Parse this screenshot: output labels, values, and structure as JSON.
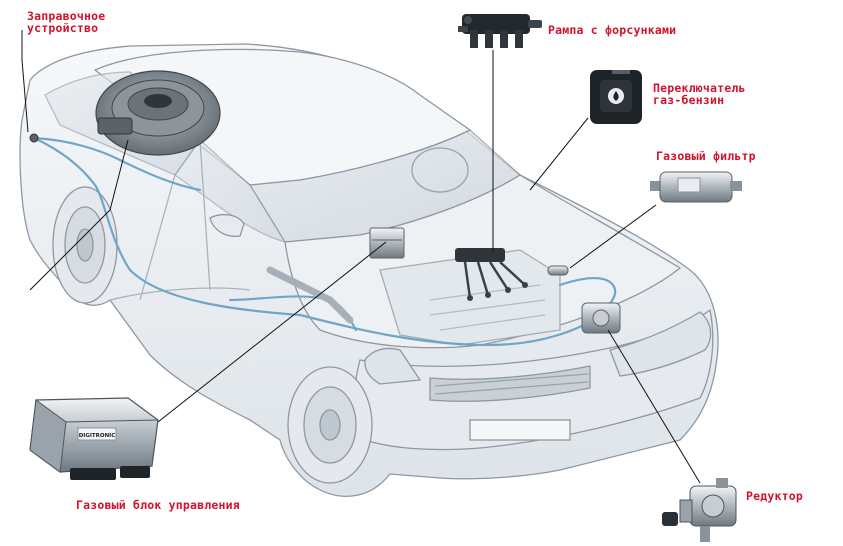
{
  "labels": {
    "filler": [
      "Заправочное",
      "устройство"
    ],
    "rail": "Рампа с форсунками",
    "switch": [
      "Переключатель",
      "газ-бензин"
    ],
    "filter": "Газовый фильтр",
    "ecu": "Газовый блок управления",
    "reducer": "Редуктор"
  },
  "devices": {
    "ecu_brand": "DIGITRONIC"
  },
  "colors": {
    "label": "#d0122a",
    "gas_line": "#6fa6c8",
    "leader": "#111111",
    "car_outline": "#8e98a2",
    "car_body": "#eef1f4"
  }
}
